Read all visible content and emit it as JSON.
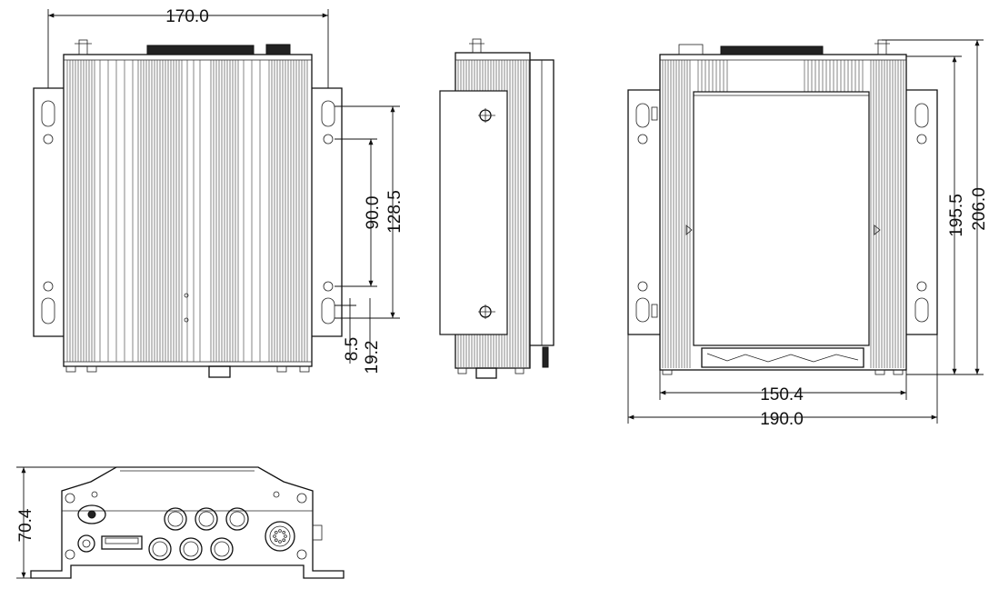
{
  "dimensions": {
    "front_width": "170.0",
    "hole_spacing_outer": "128.5",
    "hole_spacing_inner": "90.0",
    "slot_offset_small": "8.5",
    "slot_offset_large": "19.2",
    "top_body_width": "150.4",
    "top_overall_width": "190.0",
    "top_depth_inner": "195.5",
    "top_depth_overall": "206.0",
    "rear_height": "70.4"
  }
}
